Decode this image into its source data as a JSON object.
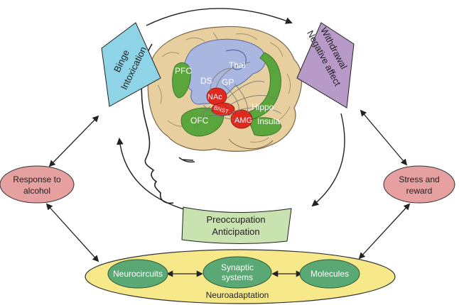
{
  "stages": {
    "binge": {
      "line1": "Binge",
      "line2": "Intoxication",
      "fill": "#8fd3e6"
    },
    "withdrawal": {
      "line1": "Withdrawal",
      "line2": "Negative affect",
      "fill": "#b79ac8"
    },
    "preoccupation": {
      "line1": "Preoccupation",
      "line2": "Anticipation",
      "fill": "#c8e2b0"
    }
  },
  "side_nodes": {
    "response": {
      "line1": "Response to",
      "line2": "alcohol",
      "fill": "#e6a0a0"
    },
    "stress": {
      "line1": "Stress and",
      "line2": "reward",
      "fill": "#e6a0a0"
    }
  },
  "neuroadaptation": {
    "label": "Neuroadaptation",
    "fill": "#f7e88a",
    "nodes": [
      {
        "line1": "Neurocircuits",
        "line2": ""
      },
      {
        "line1": "Synaptic",
        "line2": "systems"
      },
      {
        "line1": "Molecules",
        "line2": ""
      }
    ],
    "node_fill": "#5aa874"
  },
  "brain": {
    "colors": {
      "cortex": "#e8cfa0",
      "striatal": "#a9b6e0",
      "limbic": "#5aa63c",
      "red": "#e02a20"
    },
    "labels": {
      "pfc": "PFC",
      "thal": "Thal",
      "ds": "DS",
      "gp": "GP",
      "nac": "NAc",
      "bnst": "BNST",
      "ofc": "OFC",
      "amg": "AMG",
      "hippo": "Hippo",
      "insula": "Insula"
    }
  }
}
